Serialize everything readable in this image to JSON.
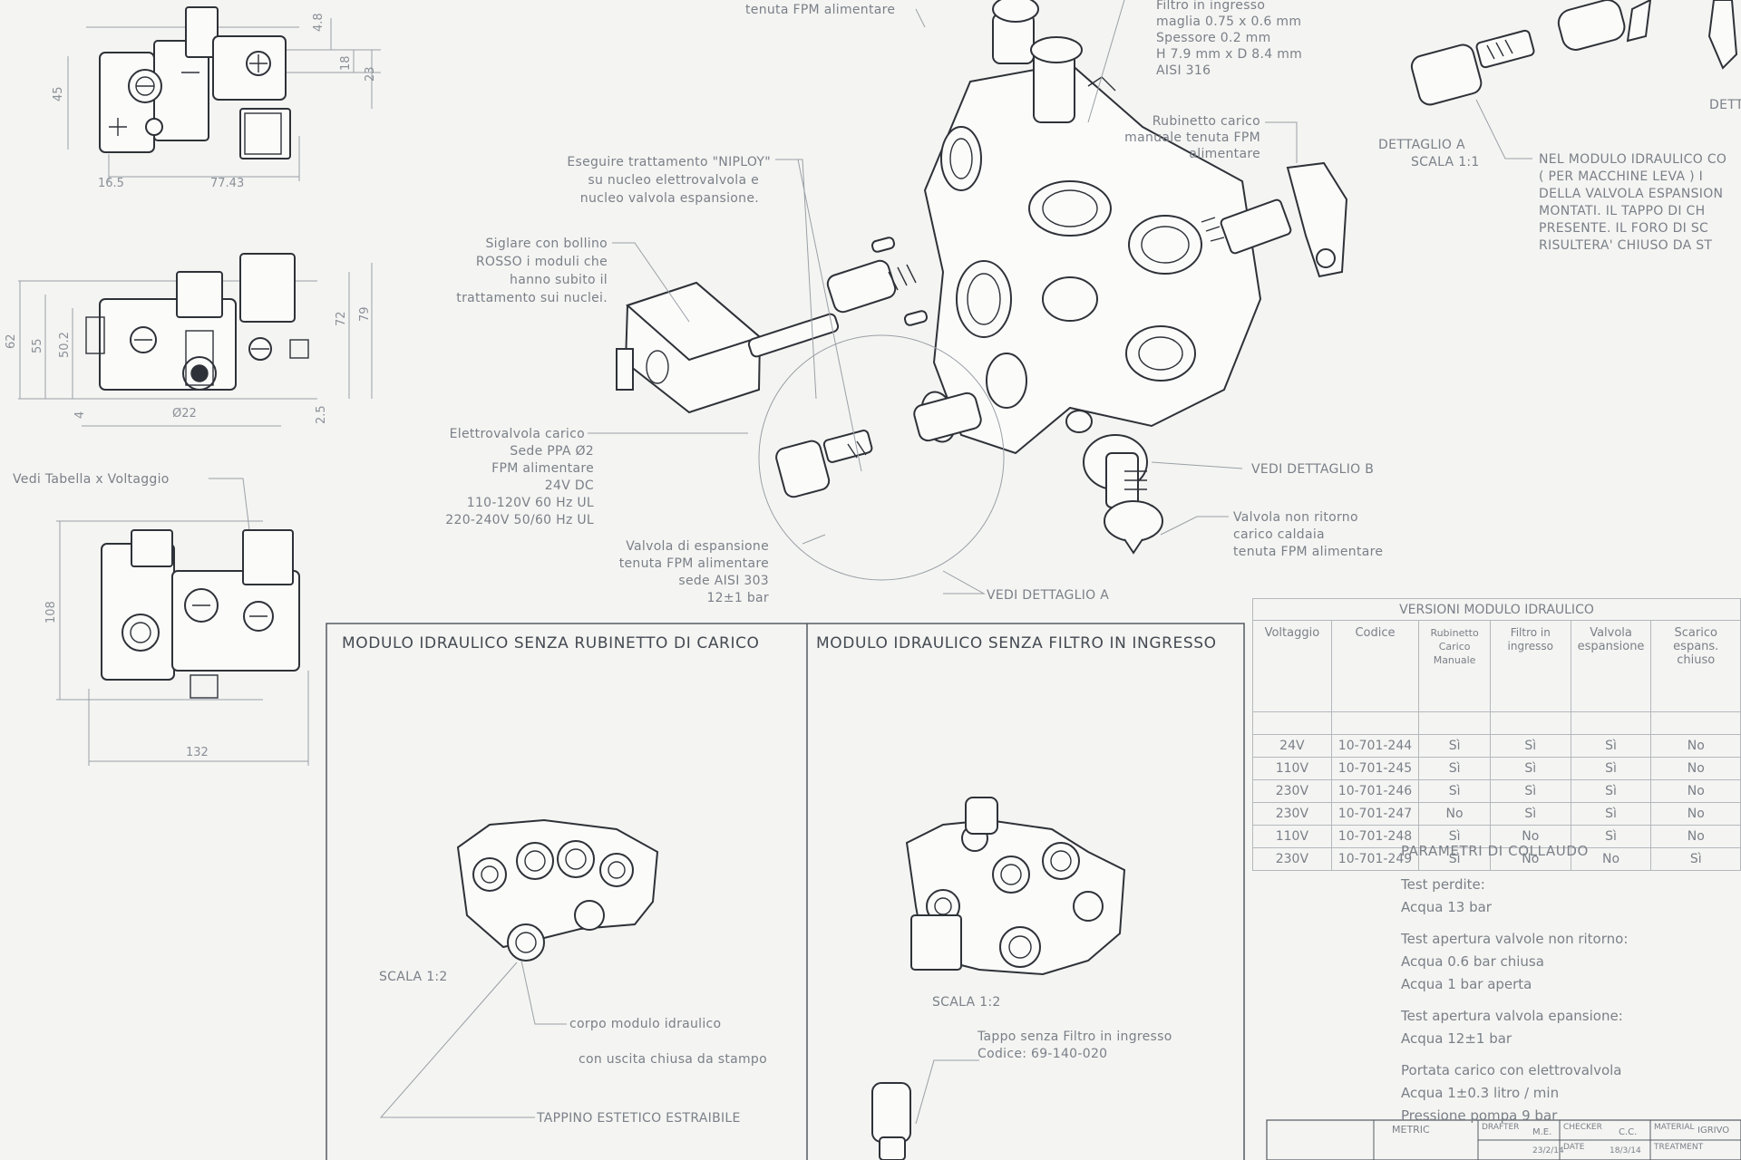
{
  "top_views": {
    "view1_dims": [
      "4.8",
      "18",
      "23",
      "45",
      "16.5",
      "77.43"
    ],
    "view2_dims": [
      "62",
      "55",
      "50.2",
      "72",
      "79",
      "4",
      "Ø22",
      "2.5"
    ],
    "view3_label": "Vedi Tabella x Voltaggio",
    "view3_dims": [
      "108",
      "132"
    ]
  },
  "callouts": {
    "food_seal_top": "tenuta FPM alimentare",
    "filter": [
      "Filtro in ingresso",
      "maglia 0.75 x 0.6 mm",
      "Spessore 0.2 mm",
      "H 7.9 mm x D 8.4 mm",
      "AISI 316"
    ],
    "manual_tap": [
      "Rubinetto carico",
      "manuale tenuta FPM",
      "alimentare"
    ],
    "niploy": [
      "Eseguire trattamento \"NIPLOY\"",
      "su nucleo elettrovalvola e",
      "nucleo valvola espansione."
    ],
    "red_dot": [
      "Siglare con bollino",
      "ROSSO i moduli che",
      "hanno subito il",
      "trattamento sui nuclei."
    ],
    "solenoid": [
      "Elettrovalvola carico",
      "Sede PPA Ø2",
      "FPM alimentare",
      "24V DC",
      "110-120V 60 Hz UL",
      "220-240V 50/60 Hz UL"
    ],
    "expansion": [
      "Valvola di espansione",
      "tenuta FPM alimentare",
      "sede AISI 303",
      "12±1 bar"
    ],
    "see_detail_a": "VEDI DETTAGLIO  A",
    "see_detail_b": "VEDI DETTAGLIO  B",
    "nonreturn": [
      "Valvola non ritorno",
      "carico caldaia",
      "tenuta FPM alimentare"
    ]
  },
  "detail_a": {
    "label": "DETTAGLIO  A",
    "scale": "SCALA   1:1",
    "detail_b_partial": "DETT",
    "note": [
      "NEL MODULO IDRAULICO CO",
      "( PER MACCHINE LEVA ) I",
      "DELLA VALVOLA ESPANSION",
      "MONTATI. IL TAPPO DI CH",
      "PRESENTE. IL FORO DI SC",
      "RISULTERA' CHIUSO DA ST"
    ]
  },
  "panel_left": {
    "title": "MODULO IDRAULICO SENZA RUBINETTO DI CARICO",
    "scale": "SCALA   1:2",
    "callout_body": [
      "corpo modulo idraulico",
      "con uscita chiusa da stampo"
    ],
    "callout_cap": "TAPPINO ESTETICO ESTRAIBILE"
  },
  "panel_right": {
    "title": "MODULO IDRAULICO SENZA FILTRO IN INGRESSO",
    "scale": "SCALA   1:2",
    "callout": [
      "Tappo senza Filtro in ingresso",
      "Codice: 69-140-020"
    ]
  },
  "versions_table": {
    "title": "VERSIONI MODULO IDRAULICO",
    "headers": [
      "Voltaggio",
      "Codice",
      "Rubinetto Carico Manuale",
      "Filtro in ingresso",
      "Valvola espansione",
      "Scarico espans. chiuso"
    ],
    "rows": [
      [
        "24V",
        "10-701-244",
        "Sì",
        "Sì",
        "Sì",
        "No"
      ],
      [
        "110V",
        "10-701-245",
        "Sì",
        "Sì",
        "Sì",
        "No"
      ],
      [
        "230V",
        "10-701-246",
        "Sì",
        "Sì",
        "Sì",
        "No"
      ],
      [
        "230V",
        "10-701-247",
        "No",
        "Sì",
        "Sì",
        "No"
      ],
      [
        "110V",
        "10-701-248",
        "Sì",
        "No",
        "Sì",
        "No"
      ],
      [
        "230V",
        "10-701-249",
        "Sì",
        "No",
        "No",
        "Sì"
      ]
    ]
  },
  "test_params": {
    "title": "PARAMETRI DI COLLAUDO",
    "leak_title": "Test perdite:",
    "leak_value": "Acqua 13 bar",
    "nonreturn_title": "Test apertura valvole non ritorno:",
    "nonreturn_closed": "Acqua 0.6 bar chiusa",
    "nonreturn_open": "Acqua 1 bar aperta",
    "expansion_title": "Test apertura valvola epansione:",
    "expansion_value": "Acqua 12±1 bar",
    "flow_title": "Portata carico con elettrovalvola",
    "flow_value": "Acqua 1±0.3 litro / min",
    "flow_pressure": "Pressione pompa 9 bar"
  },
  "title_block": {
    "metric": "METRIC",
    "drafter_label": "DRAFTER",
    "drafter": "M.E.",
    "checker_label": "CHECKER",
    "checker": "C.C.",
    "material_label": "MATERIAL",
    "material": "IGRIVO",
    "treatment_label": "TREATMENT",
    "date_label": "DATE",
    "date1": "23/2/14",
    "date2": "18/3/14"
  }
}
